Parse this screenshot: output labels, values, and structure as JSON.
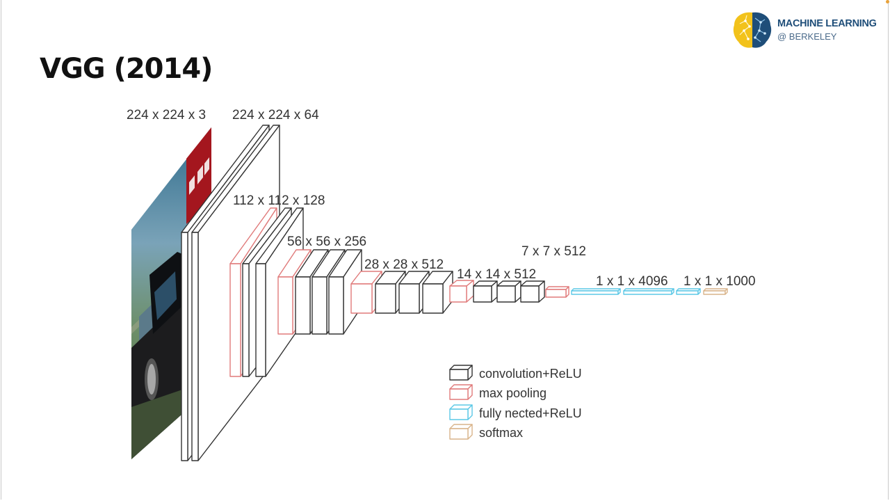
{
  "slide": {
    "title": "VGG (2014)"
  },
  "logo": {
    "line1": "MACHINE LEARNING",
    "line2": "@ BERKELEY",
    "colors": {
      "yellow": "#f2c21b",
      "navy": "#1f4e79"
    }
  },
  "diagram": {
    "layer_labels": [
      "224 x 224 x 3",
      "224 x 224 x 64",
      "112 x 112 x 128",
      "56 x 56 x 256",
      "28 x 28 x 512",
      "14 x 14 x 512",
      "7 x 7 x 512",
      "1 x 1 x 4096",
      "1 x 1 x 1000"
    ],
    "legend": [
      {
        "label": "convolution+ReLU",
        "color": "#333333"
      },
      {
        "label": "max pooling",
        "color": "#e07a7a"
      },
      {
        "label": "fully nected+ReLU",
        "color": "#5bc8e6"
      },
      {
        "label": "softmax",
        "color": "#d9b48a"
      }
    ]
  }
}
